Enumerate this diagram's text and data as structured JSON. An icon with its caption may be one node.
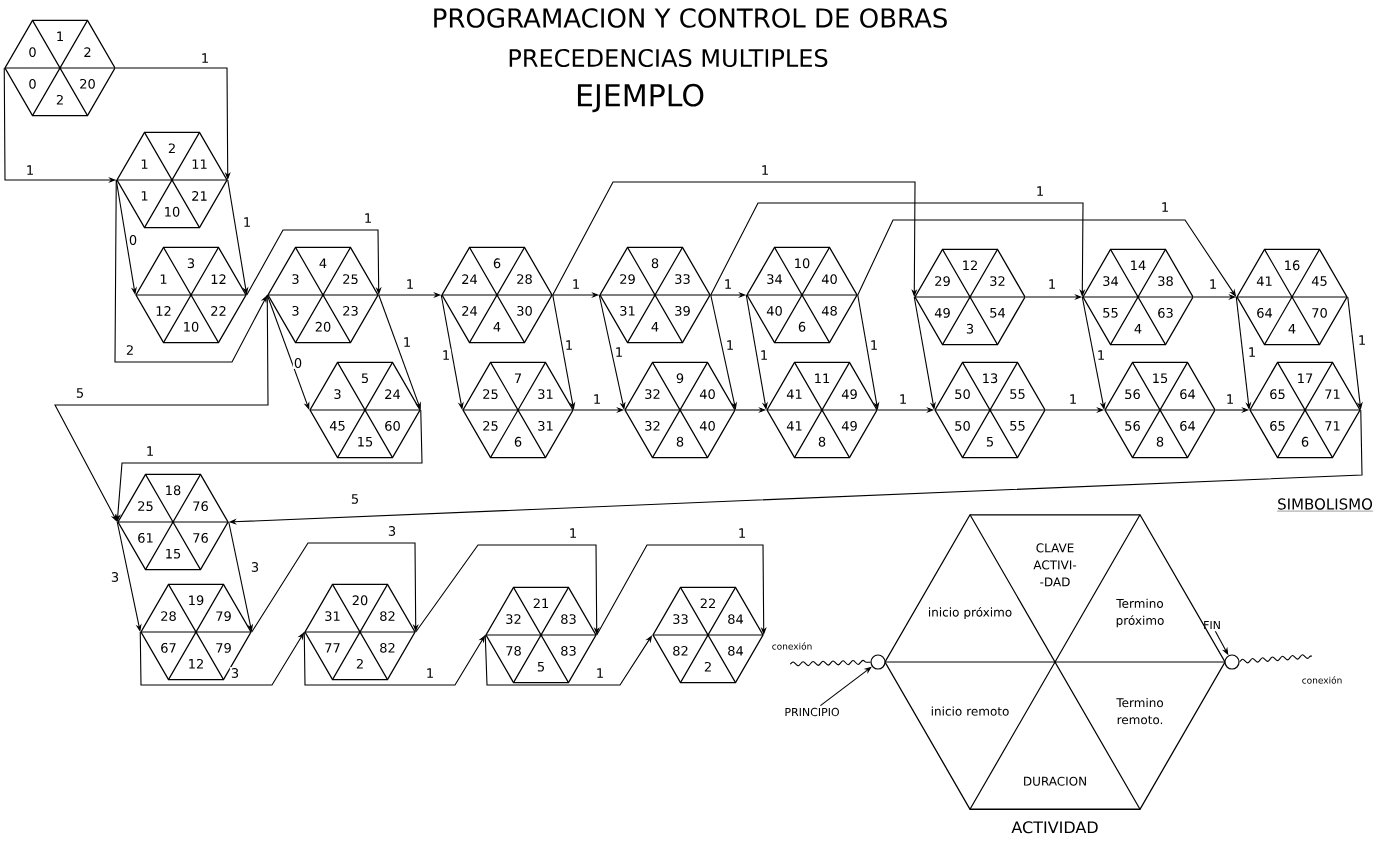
{
  "diagram": {
    "title": "PROGRAMACION Y CONTROL DE OBRAS",
    "nodes": [
      {
        "text": [
          "1",
          "0",
          "2",
          "0",
          "20",
          "2"
        ]
      },
      {
        "text": [
          "2",
          "1",
          "11",
          "1",
          "21",
          "10"
        ]
      },
      {
        "text": [
          "3",
          "1",
          "12",
          "12",
          "22",
          "10"
        ]
      },
      {
        "text": [
          "4",
          "3",
          "25",
          "3",
          "23",
          "20"
        ]
      },
      {
        "text": [
          "5",
          "3",
          "24",
          "45",
          "60",
          "15"
        ]
      },
      {
        "text": [
          "6",
          "24",
          "28",
          "24",
          "30",
          "4"
        ]
      },
      {
        "text": [
          "7",
          "25",
          "31",
          "25",
          "31",
          "6"
        ]
      },
      {
        "text": [
          "8",
          "29",
          "33",
          "31",
          "39",
          "4"
        ]
      },
      {
        "text": [
          "9",
          "32",
          "40",
          "32",
          "40",
          "8"
        ]
      },
      {
        "text": [
          "10",
          "34",
          "40",
          "40",
          "48",
          "6"
        ]
      },
      {
        "text": [
          "11",
          "41",
          "49",
          "41",
          "49",
          "8"
        ]
      },
      {
        "text": [
          "12",
          "29",
          "32",
          "49",
          "54",
          "3"
        ]
      },
      {
        "text": [
          "13",
          "50",
          "55",
          "50",
          "55",
          "5"
        ]
      },
      {
        "text": [
          "14",
          "34",
          "38",
          "55",
          "63",
          "4"
        ]
      },
      {
        "text": [
          "15",
          "56",
          "64",
          "56",
          "64",
          "8"
        ]
      },
      {
        "text": [
          "16",
          "41",
          "45",
          "64",
          "70",
          "4"
        ]
      },
      {
        "text": [
          "17",
          "65",
          "71",
          "65",
          "71",
          "6"
        ]
      },
      {
        "text": [
          "18",
          "25",
          "76",
          "61",
          "76",
          "15"
        ]
      },
      {
        "text": [
          "19",
          "28",
          "79",
          "67",
          "79",
          "12"
        ]
      },
      {
        "text": [
          "20",
          "31",
          "82",
          "77",
          "82",
          "2"
        ]
      },
      {
        "text": [
          "21",
          "32",
          "83",
          "78",
          "83",
          "5"
        ]
      },
      {
        "text": [
          "22",
          "33",
          "84",
          "82",
          "84",
          "2"
        ]
      },
      {
        "text": [
          "CLAVE ACTIVI- -DAD",
          "inicio próximo",
          "Termino próximo",
          "inicio remoto",
          "Termino remoto.",
          "DURACION",
          "ACTIVIDAD"
        ]
      },
      {
        "text": [],
        "shape": "circle"
      },
      {
        "text": [],
        "shape": "circle"
      },
      {
        "text": [
          "PRINCIPIO"
        ]
      },
      {
        "text": [
          "FIN"
        ]
      }
    ],
    "edges": [
      {
        "from": 0,
        "to": 1,
        "arrow": "to",
        "label": "1"
      },
      {
        "from": 0,
        "to": 1,
        "arrow": "to",
        "label": "1"
      },
      {
        "from": 1,
        "to": 2,
        "arrow": "to",
        "label": "0"
      },
      {
        "from": 1,
        "to": 2,
        "arrow": "to",
        "label": "1"
      },
      {
        "from": 2,
        "to": 3,
        "arrow": "to",
        "label": "1"
      },
      {
        "from": 1,
        "to": 3,
        "arrow": "to",
        "label": "2"
      },
      {
        "from": 3,
        "to": 4,
        "arrow": "to",
        "label": "0"
      },
      {
        "from": 3,
        "to": 4,
        "arrow": "to",
        "label": "1"
      },
      {
        "from": 3,
        "to": 5,
        "arrow": "to",
        "label": "1"
      },
      {
        "from": 3,
        "to": 17,
        "arrow": "to",
        "label": "5"
      },
      {
        "from": 4,
        "to": 17,
        "arrow": "to",
        "label": "1"
      },
      {
        "from": 5,
        "to": 6,
        "arrow": "to",
        "label": "1"
      },
      {
        "from": 5,
        "to": 6,
        "arrow": "to",
        "label": "1"
      },
      {
        "from": 5,
        "to": 7,
        "arrow": "to",
        "label": "1"
      },
      {
        "from": 5,
        "to": 11,
        "arrow": "to",
        "label": "1"
      },
      {
        "from": 6,
        "to": 8,
        "arrow": "to",
        "label": "1"
      },
      {
        "from": 7,
        "to": 8,
        "arrow": "to",
        "label": "1"
      },
      {
        "from": 7,
        "to": 8,
        "arrow": "to",
        "label": "1"
      },
      {
        "from": 7,
        "to": 9,
        "arrow": "to",
        "label": "1"
      },
      {
        "from": 7,
        "to": 13,
        "arrow": "to",
        "label": "1"
      },
      {
        "from": 8,
        "to": 10,
        "arrow": "to"
      },
      {
        "from": 9,
        "to": 10,
        "arrow": "to",
        "label": "1"
      },
      {
        "from": 9,
        "to": 10,
        "arrow": "to",
        "label": "1"
      },
      {
        "from": 9,
        "to": 15,
        "arrow": "to",
        "label": "1"
      },
      {
        "from": 10,
        "to": 12,
        "arrow": "to",
        "label": "1"
      },
      {
        "from": 11,
        "to": 12,
        "arrow": "to"
      },
      {
        "from": 11,
        "to": 13,
        "arrow": "to",
        "label": "1"
      },
      {
        "from": 12,
        "to": 14,
        "arrow": "to",
        "label": "1"
      },
      {
        "from": 13,
        "to": 14,
        "arrow": "to",
        "label": "1"
      },
      {
        "from": 13,
        "to": 15,
        "arrow": "to",
        "label": "1"
      },
      {
        "from": 14,
        "to": 16,
        "arrow": "to",
        "label": "1"
      },
      {
        "from": 15,
        "to": 16,
        "arrow": "to",
        "label": "1"
      },
      {
        "from": 15,
        "to": 16,
        "arrow": "to",
        "label": "1"
      },
      {
        "from": 16,
        "to": 17,
        "arrow": "to",
        "label": "5"
      },
      {
        "from": 17,
        "to": 18,
        "arrow": "to",
        "label": "3"
      },
      {
        "from": 17,
        "to": 18,
        "arrow": "to",
        "label": "3"
      },
      {
        "from": 18,
        "to": 19,
        "arrow": "to",
        "label": "3"
      },
      {
        "from": 18,
        "to": 19,
        "arrow": "to",
        "label": "3"
      },
      {
        "from": 19,
        "to": 20,
        "arrow": "to",
        "label": "1"
      },
      {
        "from": 19,
        "to": 20,
        "arrow": "to",
        "label": "1"
      },
      {
        "from": 20,
        "to": 21,
        "arrow": "to",
        "label": "1"
      },
      {
        "from": 20,
        "to": 21,
        "arrow": "to",
        "label": "1"
      },
      {
        "from": 25,
        "to": 23,
        "arrow": "to"
      },
      {
        "from": 26,
        "to": 24,
        "arrow": "to"
      },
      {
        "from": null,
        "to": 23,
        "arrow": "none",
        "label": "conexión"
      },
      {
        "from": 24,
        "to": null,
        "arrow": "none",
        "label": "conexión"
      }
    ],
    "labels": [
      "PRECEDENCIAS MULTIPLES",
      "EJEMPLO",
      "SIMBOLISMO"
    ]
  }
}
